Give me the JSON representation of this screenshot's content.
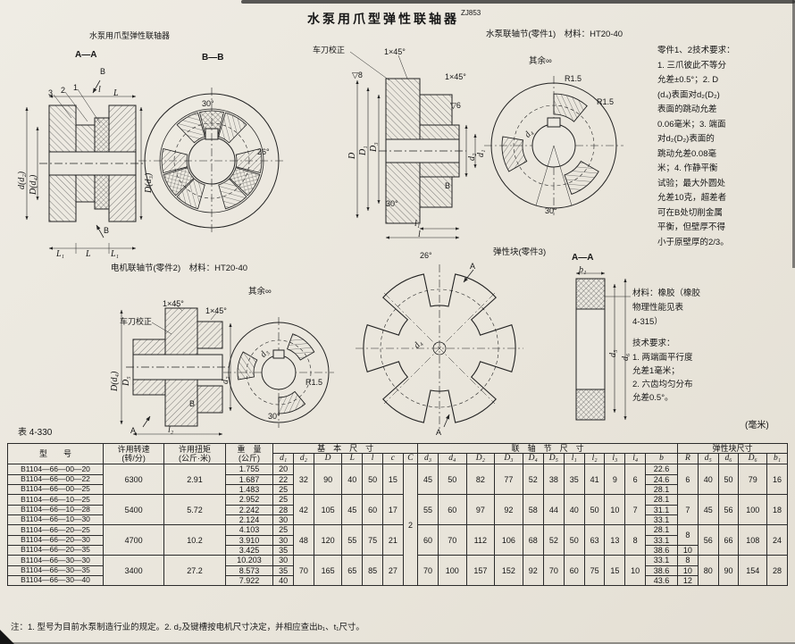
{
  "d": {
    "t": {
      "text": "水泵用爪型弹性联轴器",
      "sup": "ZJ853"
    },
    "asm": {
      "cap": "水泵用爪型弹性联轴器",
      "sec": "A—A",
      "b": "B",
      "b2": "B",
      "c3": "3",
      "c2": "2",
      "c1": "1",
      "l": "l",
      "L": "L",
      "dd2": "d(d₂)",
      "Dd4": "D(d₄)",
      "Dd3": "D(d₃)",
      "L1": "L₁",
      "Lb": "L",
      "L1b": "L₁"
    },
    "bb": {
      "sec": "B—B",
      "a30": "30°",
      "a26": "26°"
    },
    "p1": {
      "cap": "水泵联轴节(零件1)　材料：HT20-40",
      "lathe": "车刀校正",
      "ch1": "1×45°",
      "ch2": "1×45°",
      "f8": "▽8",
      "f6": "▽6",
      "D": "D",
      "D1": "D₁",
      "D3": "D₃",
      "d1": "d₁",
      "d2": "d₂",
      "l1": "l₁",
      "l": "l",
      "B": "B",
      "a30": "30°",
      "rest": "其余∞",
      "r15a": "R1.5",
      "r15b": "R1.5",
      "c30": "30°",
      "d4": "d₄"
    },
    "tr": {
      "lines": [
        "零件1、2技术要求：",
        "1. 三爪彼此不等分",
        "允差±0.5°；2. D",
        "(d₄)表面对d₂(D₂)",
        "表面的跳动允差",
        "0.06毫米；3. 端面",
        "对d₂(D₂)表面的",
        "跳动允差0.08毫",
        "米；4. 作静平衡",
        "试验；最大外圆处",
        "允差10克，超差者",
        "可在B处切削金属",
        "平衡，但壁厚不得",
        "小于原壁厚的2/3。"
      ]
    },
    "p2": {
      "cap": "电机联轴节(零件2)　材料：HT20-40",
      "lathe": "车刀校正",
      "ch1": "1×45°",
      "ch2": "1×45°",
      "rest": "其余∞",
      "Dd4": "D(d₄)",
      "D5": "D₅",
      "d2": "d₂",
      "l2": "l₂",
      "B": "B",
      "A": "A",
      "r15": "R1.5",
      "c30": "30°",
      "d3": "d₃"
    },
    "bk": {
      "a26": "26°",
      "cap": "弹性块(零件3)",
      "At": "A",
      "Ab": "A",
      "d4": "d₄",
      "sec": "A—A",
      "b1": "b₁",
      "d5": "d₅",
      "d6": "d₆",
      "mat": [
        "材料：橡胶（橡胶",
        "物理性能见表",
        "4-315）"
      ],
      "tq": "技术要求：",
      "tl": [
        "1. 两端面平行度",
        "允差1毫米；",
        "2. 六齿均匀分布",
        "允差0.5°。"
      ]
    },
    "units": "(毫米)",
    "tno": "表 4-330"
  },
  "table": {
    "head": {
      "model": "型　　号",
      "speed": "许用转速\n(转/分)",
      "torque": "许用扭矩\n(公斤·米)",
      "weight": "重　量\n(公斤)",
      "groups": [
        {
          "label": "基　本　尺　寸",
          "cols": [
            "d₁",
            "d₂",
            "D",
            "L",
            "l",
            "c",
            "C"
          ]
        },
        {
          "label": "联　轴　节　尺　寸",
          "cols": [
            "d₃",
            "d₄",
            "D₂",
            "D₃",
            "D₄",
            "D₅",
            "l₁",
            "l₂",
            "l₃",
            "l₄",
            "b"
          ]
        },
        {
          "label": "弹性块尺寸",
          "cols": [
            "R",
            "d₅",
            "d₆",
            "D₆",
            "b₁"
          ]
        }
      ]
    },
    "c_all": "2",
    "groups": [
      {
        "speed": "6300",
        "torque": "2.91",
        "rows": [
          {
            "m": "B1104—66—00—20",
            "w": "1.755",
            "d1": "20",
            "b": "22.6"
          },
          {
            "m": "B1104—66—00—22",
            "w": "1.687",
            "d1": "22",
            "b": "24.6"
          },
          {
            "m": "B1104—66—00—25",
            "w": "1.483",
            "d1": "25",
            "b": "28.1"
          }
        ],
        "basic": [
          "32",
          "90",
          "40",
          "50",
          "15"
        ],
        "coupling": [
          "45",
          "50",
          "82",
          "77",
          "52",
          "38",
          "35",
          "41",
          "9",
          "6"
        ],
        "r": [
          {
            "v": "6",
            "n": 3
          }
        ],
        "block": [
          "40",
          "50",
          "79",
          "16"
        ]
      },
      {
        "speed": "5400",
        "torque": "5.72",
        "rows": [
          {
            "m": "B1104—66—10—25",
            "w": "2.952",
            "d1": "25",
            "b": "28.1"
          },
          {
            "m": "B1104—66—10—28",
            "w": "2.242",
            "d1": "28",
            "b": "31.1"
          },
          {
            "m": "B1104—66—10—30",
            "w": "2.124",
            "d1": "30",
            "b": "33.1"
          }
        ],
        "basic": [
          "42",
          "105",
          "45",
          "60",
          "17"
        ],
        "coupling": [
          "55",
          "60",
          "97",
          "92",
          "58",
          "44",
          "40",
          "50",
          "10",
          "7"
        ],
        "r": [
          {
            "v": "7",
            "n": 3
          }
        ],
        "block": [
          "45",
          "56",
          "100",
          "18"
        ]
      },
      {
        "speed": "4700",
        "torque": "10.2",
        "rows": [
          {
            "m": "B1104—66—20—25",
            "w": "4.103",
            "d1": "25",
            "b": "28.1"
          },
          {
            "m": "B1104—66—20—30",
            "w": "3.910",
            "d1": "30",
            "b": "33.1"
          },
          {
            "m": "B1104—66—20—35",
            "w": "3.425",
            "d1": "35",
            "b": "38.6"
          }
        ],
        "basic": [
          "48",
          "120",
          "55",
          "75",
          "21"
        ],
        "coupling": [
          "60",
          "70",
          "112",
          "106",
          "68",
          "52",
          "50",
          "63",
          "13",
          "8"
        ],
        "r": [
          {
            "v": "8",
            "n": 2
          },
          {
            "v": "10",
            "n": 1
          }
        ],
        "block": [
          "56",
          "66",
          "108",
          "24"
        ]
      },
      {
        "speed": "3400",
        "torque": "27.2",
        "rows": [
          {
            "m": "B1104—66—30—30",
            "w": "10.203",
            "d1": "30",
            "b": "33.1"
          },
          {
            "m": "B1104—66—30—35",
            "w": "8.573",
            "d1": "35",
            "b": "38.6"
          },
          {
            "m": "B1104—66—30—40",
            "w": "7.922",
            "d1": "40",
            "b": "43.6"
          }
        ],
        "basic": [
          "70",
          "165",
          "65",
          "85",
          "27"
        ],
        "coupling": [
          "70",
          "100",
          "157",
          "152",
          "92",
          "70",
          "60",
          "75",
          "15",
          "10"
        ],
        "r": [
          {
            "v": "8",
            "n": 1
          },
          {
            "v": "10",
            "n": 1
          },
          {
            "v": "12",
            "n": 1
          }
        ],
        "block": [
          "80",
          "90",
          "154",
          "28"
        ]
      }
    ],
    "note": "注：1. 型号为目前水泵制造行业的规定。2. d₂及键槽按电机尺寸决定，并相应查出b₁、t₁尺寸。"
  }
}
